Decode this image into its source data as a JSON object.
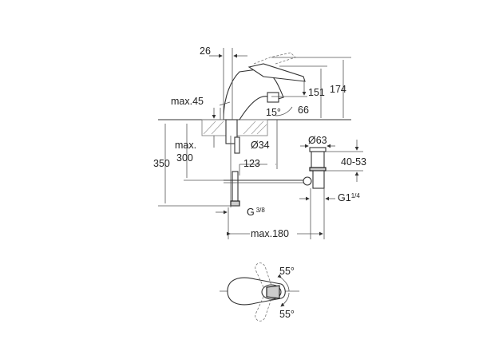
{
  "diagram": {
    "side_view": {
      "dim_spout_offset": "26",
      "dim_max_deck": "max.45",
      "dim_outlet_height": "151",
      "dim_total_height": "174",
      "dim_angle": "15°",
      "dim_outlet_reach": "66",
      "dim_max_label": "max.",
      "dim_max_value": "300",
      "dim_below_deck": "350",
      "dim_hole_diameter": "Ø34",
      "dim_reach": "123",
      "dim_waste_diameter": "Ø63",
      "dim_waste_range": "40-53",
      "dim_waste_thread": "G1",
      "dim_waste_thread_frac": "1/4",
      "dim_supply_thread": "G",
      "dim_supply_thread_frac": "3/8",
      "dim_max_width": "max.180"
    },
    "top_view": {
      "angle_top": "55°",
      "angle_bottom": "55°"
    }
  }
}
